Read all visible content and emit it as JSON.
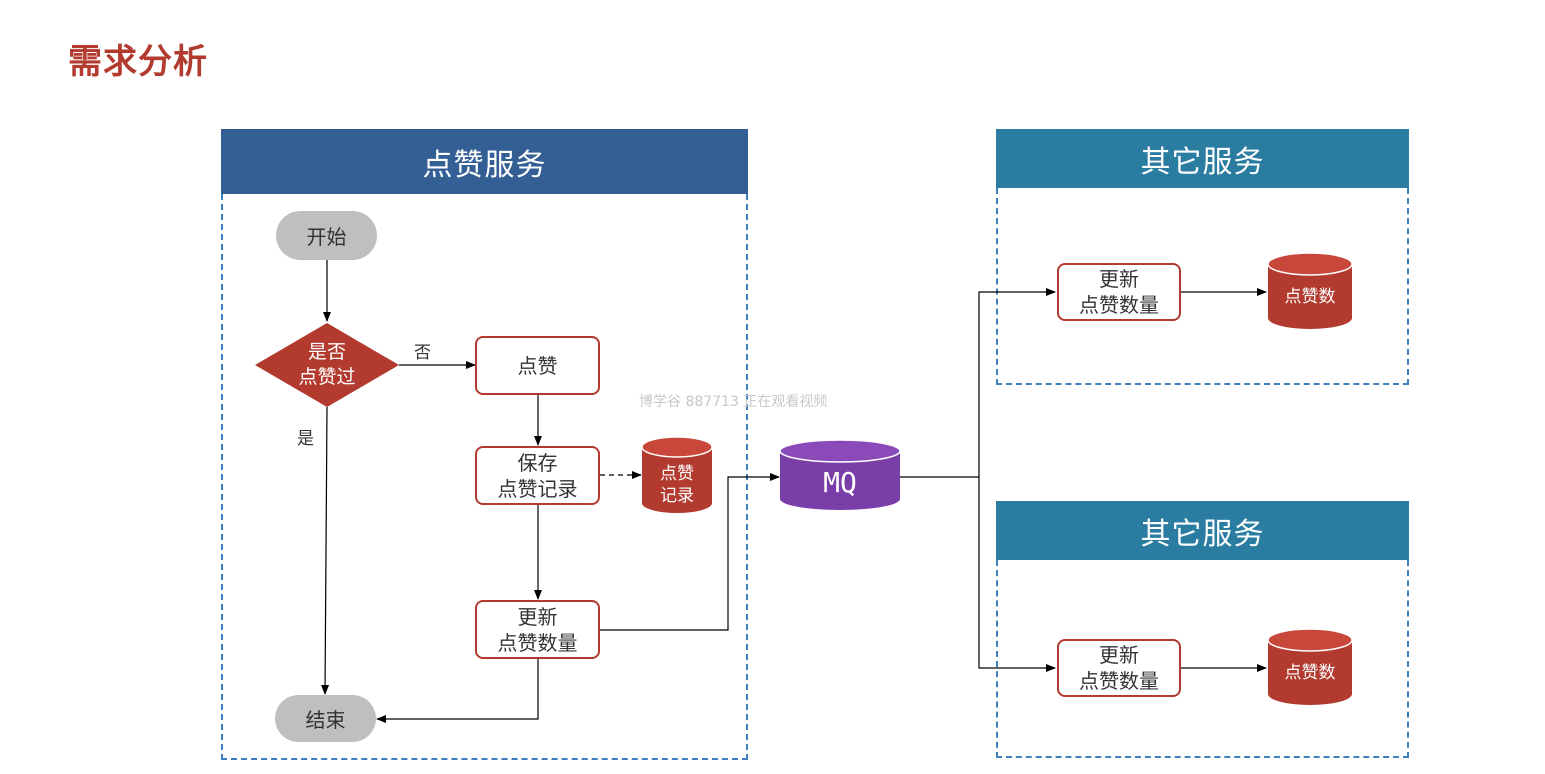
{
  "title": "需求分析",
  "watermark": "博学谷 887713 正在观看视频",
  "like_service": {
    "header": "点赞服务",
    "start": "开始",
    "decision": {
      "line1": "是否",
      "line2": "点赞过"
    },
    "no_label": "否",
    "yes_label": "是",
    "like": "点赞",
    "save_record": {
      "line1": "保存",
      "line2": "点赞记录"
    },
    "record_db": {
      "line1": "点赞",
      "line2": "记录"
    },
    "update_count": {
      "line1": "更新",
      "line2": "点赞数量"
    },
    "end": "结束"
  },
  "mq": "MQ",
  "other_services": [
    {
      "header": "其它服务",
      "update_count": {
        "line1": "更新",
        "line2": "点赞数量"
      },
      "db": "点赞数"
    },
    {
      "header": "其它服务",
      "update_count": {
        "line1": "更新",
        "line2": "点赞数量"
      },
      "db": "点赞数"
    }
  ],
  "colors": {
    "title": "#b23a2e",
    "like_header": "#335f94",
    "other_header": "#2a7ca1",
    "accent_red": "#b23a2e",
    "mq_purple": "#7a3ea8",
    "pill_gray": "#bfbfbf",
    "dashed_border": "#3d7fc1"
  }
}
